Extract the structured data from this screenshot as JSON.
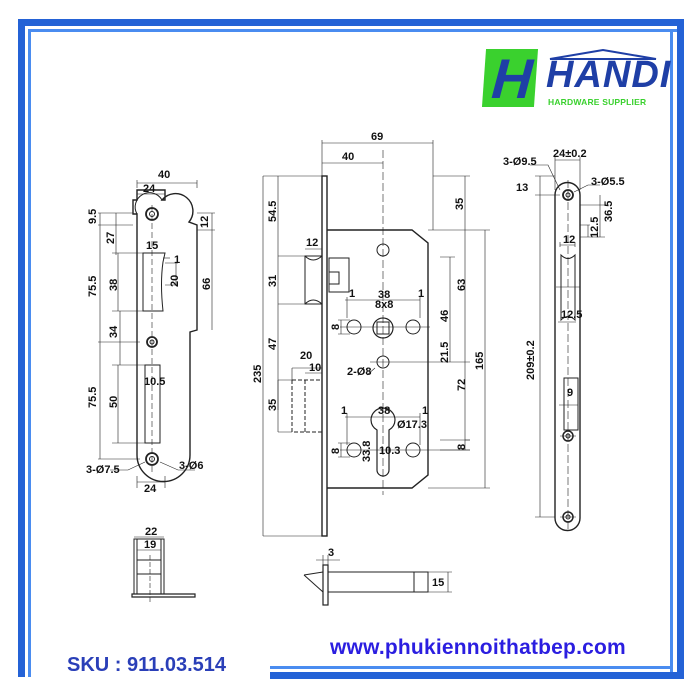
{
  "brand": {
    "logo_letter": "H",
    "name": "HANDI",
    "tagline": "HARDWARE SUPPLIER",
    "colors": {
      "green": "#3ad12e",
      "navy": "#1f3fa6",
      "frame_blue": "#2462d6",
      "frame_light": "#4a8cf0"
    }
  },
  "footer": {
    "sku": "SKU : 911.03.514",
    "website": "www.phukiennoithatbep.com"
  },
  "drawing": {
    "strike_plate": {
      "top_width": "40",
      "neck_width": "24",
      "d_9_5": "9.5",
      "d_27": "27",
      "d_12": "12",
      "d_15": "15",
      "d_1": "1",
      "d_38": "38",
      "d_20": "20",
      "d_66": "66",
      "d_75_5_top": "75.5",
      "d_34": "34",
      "d_75_5_bottom": "75.5",
      "d_50": "50",
      "d_10_5": "10.5",
      "hole_left": "3-Ø7.5",
      "hole_right": "3-Ø6",
      "bottom_width": "24"
    },
    "lock_body": {
      "d_69": "69",
      "d_40": "40",
      "d_54_5": "54.5",
      "d_12": "12",
      "d_31": "31",
      "d_47": "47",
      "d_235": "235",
      "d_20": "20",
      "d_10": "10",
      "d_35_left": "35",
      "d_35_right": "35",
      "d_63": "63",
      "d_165": "165",
      "d_46": "46",
      "d_21_5": "21.5",
      "d_72": "72",
      "d_8_right": "8",
      "spindle_1a": "1",
      "spindle_38": "38",
      "spindle_1b": "1",
      "spindle_square": "8x8",
      "d_8_upper": "8",
      "screw_holes": "2-Ø8",
      "cyl_1a": "1",
      "cyl_38": "38",
      "cyl_1b": "1",
      "cyl_diameter": "Ø17.3",
      "cyl_33_8": "33.8",
      "cyl_10_3": "10.3",
      "d_8_lower": "8"
    },
    "faceplate": {
      "width": "24±0.2",
      "hole_large": "3-Ø9.5",
      "hole_small": "3-Ø5.5",
      "d_13": "13",
      "d_36_5": "36.5",
      "d_12_5_top": "12.5",
      "d_12": "12",
      "d_12_5": "12.5",
      "d_209": "209±0.2",
      "d_9": "9"
    },
    "latch_end_view": {
      "d_22": "22",
      "d_19": "19"
    },
    "bolt_side_view": {
      "d_3": "3",
      "d_15": "15"
    }
  }
}
